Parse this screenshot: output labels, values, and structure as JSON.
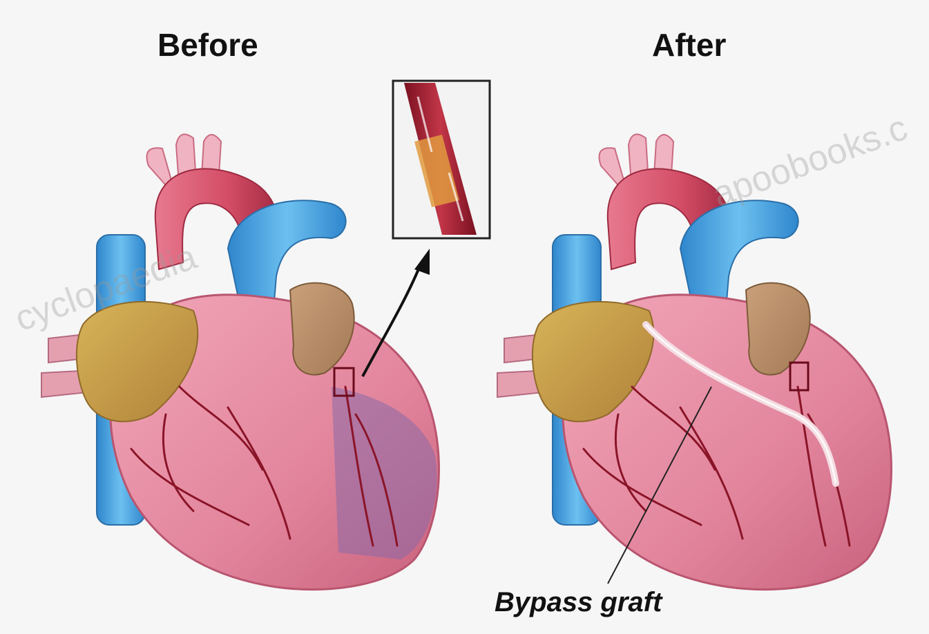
{
  "labels": {
    "before": "Before",
    "after": "After",
    "bypass_graft": "Bypass graft"
  },
  "watermark": {
    "text_left": "cyclopaedia",
    "text_right": "apoobooks.c"
  },
  "colors": {
    "background": "#f6f6f6",
    "heart_muscle": "#e48aa0",
    "aorta": "#d9556c",
    "veins": "#4aa6e0",
    "atrium": "#c9a14a",
    "arteries": "#8a1428",
    "blockage": "#e0a040",
    "label_text": "#111111"
  }
}
